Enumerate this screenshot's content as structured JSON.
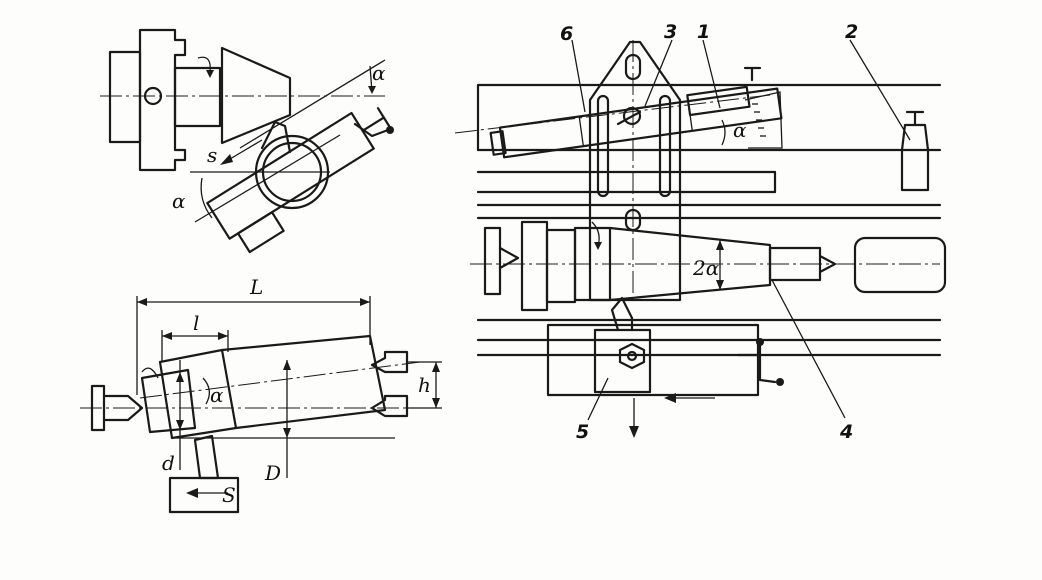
{
  "labels": {
    "alpha": "α",
    "two_alpha": "2α",
    "s_lower": "s",
    "s_upper": "S",
    "L": "L",
    "l": "l",
    "h": "h",
    "d": "d",
    "D": "D"
  },
  "callouts": {
    "n1": "1",
    "n2": "2",
    "n3": "3",
    "n4": "4",
    "n5": "5",
    "n6": "6"
  }
}
